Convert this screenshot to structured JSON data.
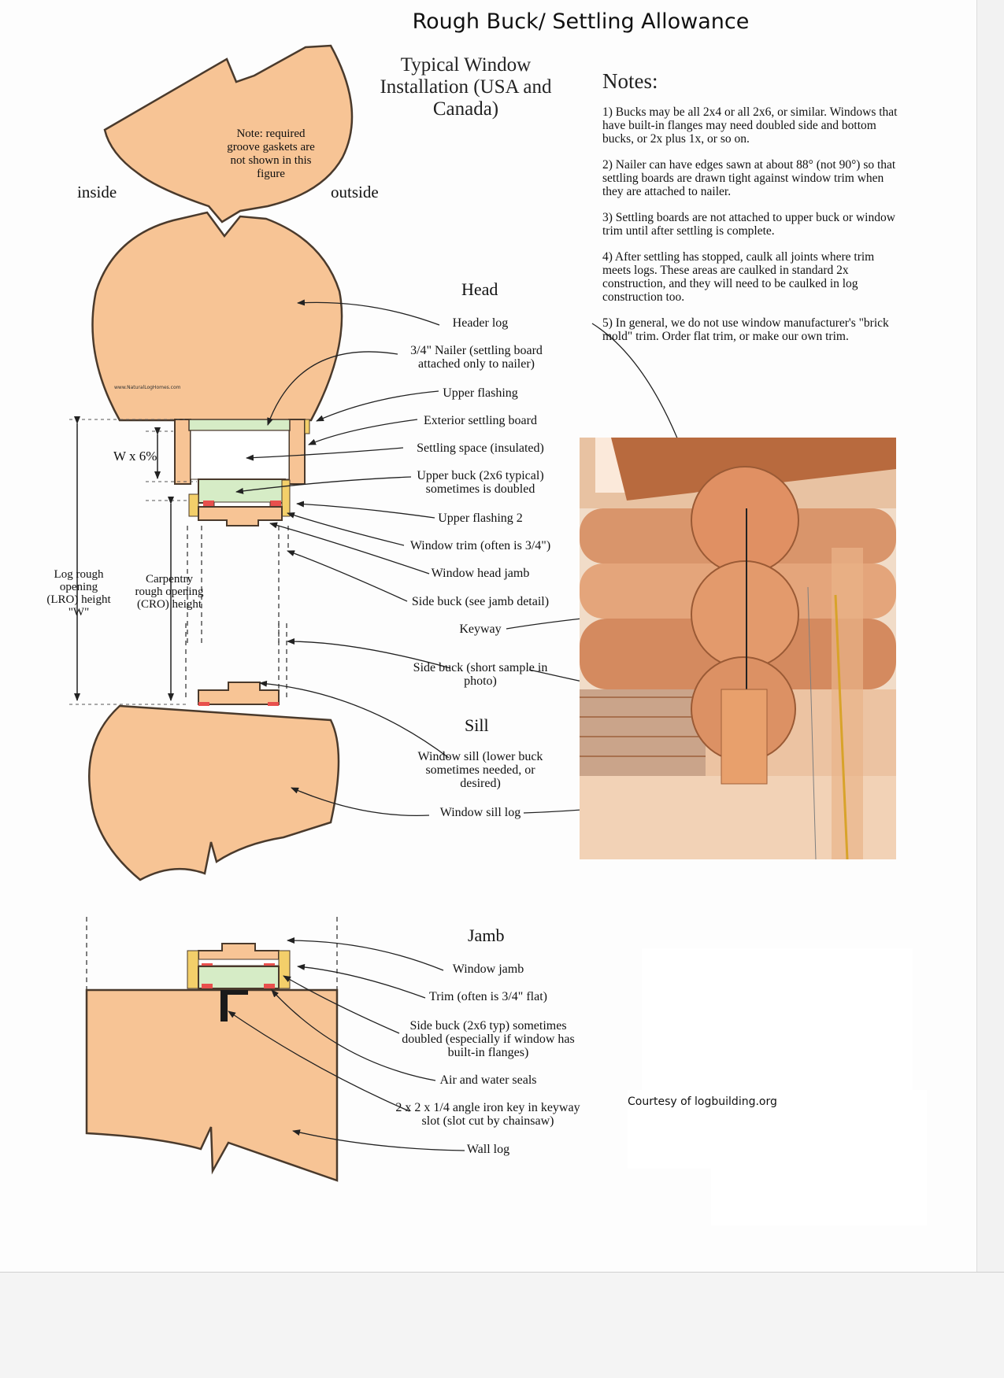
{
  "title": "Rough Buck/ Settling Allowance",
  "subtitle": "Typical Window Installation (USA and Canada)",
  "notes": {
    "heading": "Notes:",
    "items": [
      "1) Bucks may be all 2x4 or all 2x6, or similar. Windows that have built-in flanges may need doubled side and bottom bucks, or 2x plus 1x, or so on.",
      "2) Nailer can have edges sawn at about 88° (not 90°) so that settling boards are drawn tight against window trim when they are attached to nailer.",
      "3) Settling boards are not attached to upper buck or window trim until after settling is complete.",
      "4) After settling has stopped, caulk all joints where trim meets logs. These areas are caulked in standard 2x construction, and they will need to be caulked in log construction too.",
      "5) In general, we do not use window manufacturer's \"brick mold\" trim. Order flat trim, or make our own trim."
    ]
  },
  "diagram": {
    "gasket_note": "Note: required groove gaskets are not shown in this figure",
    "inside": "inside",
    "outside": "outside",
    "website": "www.NaturalLogHomes.com",
    "w6": "W x 6%",
    "lro": "Log rough opening (LRO) height \"W\"",
    "cro": "Carpentry rough opening (CRO) height",
    "sections": {
      "head": "Head",
      "sill": "Sill",
      "jamb": "Jamb"
    },
    "head_labels": [
      "Header log",
      "3/4\" Nailer (settling board attached only to nailer)",
      "Upper flashing",
      "Exterior settling board",
      "Settling space (insulated)",
      "Upper buck (2x6 typical) sometimes is doubled",
      "Upper flashing 2",
      "Window trim (often is 3/4\")",
      "Window head jamb",
      "Side buck (see jamb detail)",
      "Keyway",
      "Side buck (short sample in photo)"
    ],
    "sill_labels": [
      "Window sill (lower buck sometimes needed, or desired)",
      "Window sill log"
    ],
    "jamb_labels": [
      "Window jamb",
      "Trim (often is 3/4\" flat)",
      "Side buck (2x6 typ) sometimes doubled (especially if window has built-in flanges)",
      "Air and water seals",
      "2 x 2 x 1/4 angle iron key in keyway slot (slot cut by chainsaw)",
      "Wall log"
    ]
  },
  "courtesy": "Courtesy of logbuilding.org",
  "colors": {
    "log": "#f7c495",
    "outline": "#4a3a2c",
    "buck": "#d6ecc6",
    "trim": "#f3cf6a",
    "seal": "#e8504d"
  }
}
